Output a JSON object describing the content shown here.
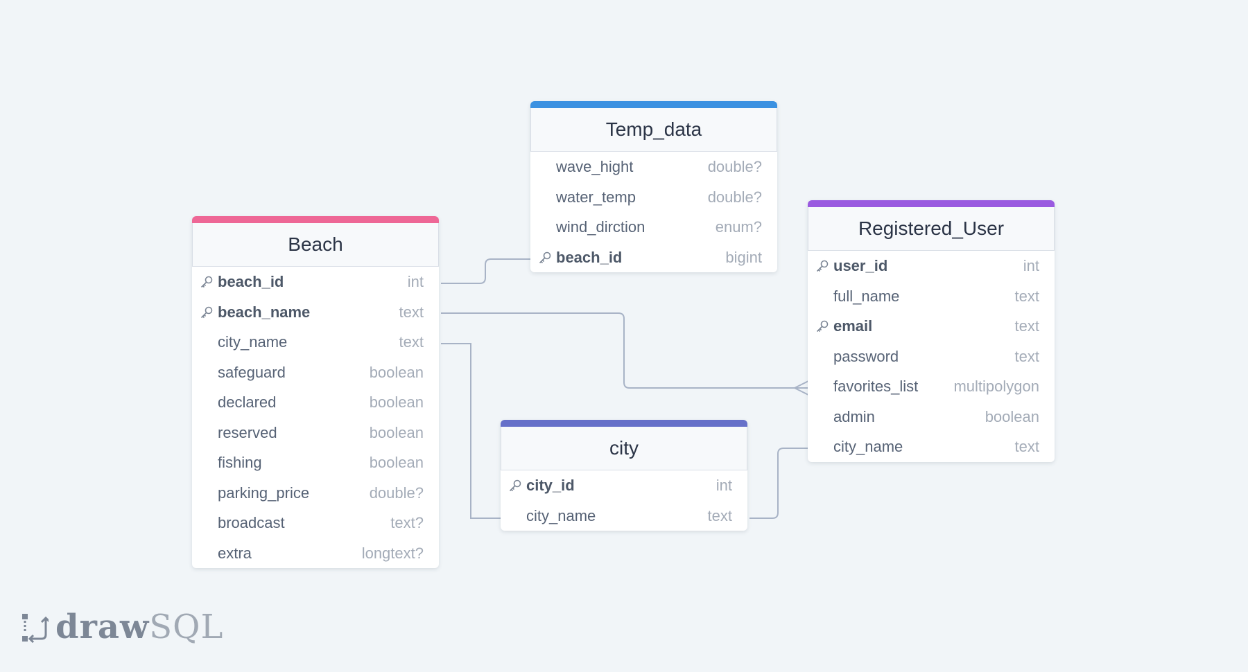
{
  "colors": {
    "beach_accent": "#ee6796",
    "temp_accent": "#3b91e1",
    "user_accent": "#9a5ae0",
    "city_accent": "#6670c9",
    "link_color": "#a8b3c6"
  },
  "tables": {
    "temp_data": {
      "name": "Temp_data",
      "fields": [
        {
          "name": "wave_hight",
          "type": "double?"
        },
        {
          "name": "water_temp",
          "type": "double?"
        },
        {
          "name": "wind_dirction",
          "type": "enum?"
        },
        {
          "name": "beach_id",
          "type": "bigint",
          "key": true
        }
      ]
    },
    "beach": {
      "name": "Beach",
      "fields": [
        {
          "name": "beach_id",
          "type": "int",
          "key": true
        },
        {
          "name": "beach_name",
          "type": "text",
          "key": true
        },
        {
          "name": "city_name",
          "type": "text"
        },
        {
          "name": "safeguard",
          "type": "boolean"
        },
        {
          "name": "declared",
          "type": "boolean"
        },
        {
          "name": "reserved",
          "type": "boolean"
        },
        {
          "name": "fishing",
          "type": "boolean"
        },
        {
          "name": "parking_price",
          "type": "double?"
        },
        {
          "name": "broadcast",
          "type": "text?"
        },
        {
          "name": "extra",
          "type": "longtext?"
        }
      ]
    },
    "registered_user": {
      "name": "Registered_User",
      "fields": [
        {
          "name": "user_id",
          "type": "int",
          "key": true
        },
        {
          "name": "full_name",
          "type": "text"
        },
        {
          "name": "email",
          "type": "text",
          "key": true
        },
        {
          "name": "password",
          "type": "text"
        },
        {
          "name": "favorites_list",
          "type": "multipolygon"
        },
        {
          "name": "admin",
          "type": "boolean"
        },
        {
          "name": "city_name",
          "type": "text"
        }
      ]
    },
    "city": {
      "name": "city",
      "fields": [
        {
          "name": "city_id",
          "type": "int",
          "key": true
        },
        {
          "name": "city_name",
          "type": "text"
        }
      ]
    }
  },
  "relations": [
    {
      "from": "Beach.beach_id",
      "to": "Temp_data.beach_id"
    },
    {
      "from": "Beach.beach_name",
      "to": "Registered_User.favorites_list",
      "cardinality": "many"
    },
    {
      "from": "Beach.city_name",
      "to": "city.city_name"
    },
    {
      "from": "city.city_name",
      "to": "Registered_User.city_name"
    }
  ],
  "logo": {
    "bold": "draw",
    "light": "SQL"
  }
}
